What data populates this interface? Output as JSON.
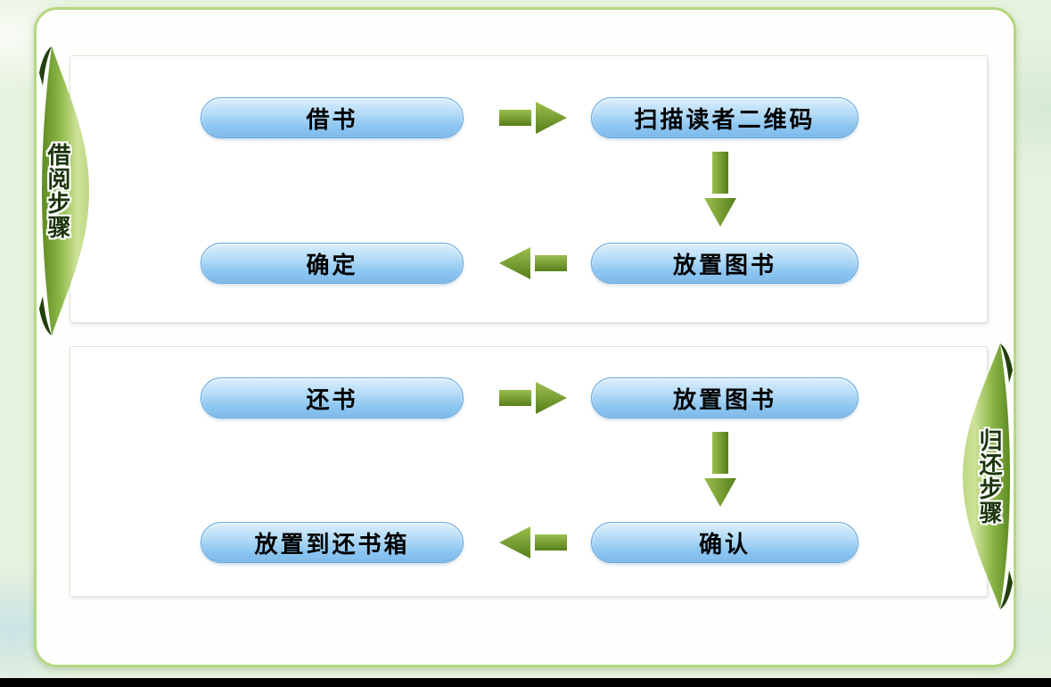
{
  "sections": [
    {
      "id": "borrow",
      "ribbon_label": "借阅步骤",
      "steps": [
        "借书",
        "扫描读者二维码",
        "放置图书",
        "确定"
      ]
    },
    {
      "id": "return",
      "ribbon_label": "归还步骤",
      "steps": [
        "还书",
        "放置图书",
        "确认",
        "放置到还书箱"
      ]
    }
  ],
  "icons": {
    "arrow_right": "block-arrow-right",
    "arrow_down": "block-arrow-down",
    "arrow_left": "block-arrow-left"
  },
  "colors": {
    "page_background": "#e7f2de",
    "card_border": "#b4d881",
    "node_fill_top": "#dceffc",
    "node_fill_bottom": "#7db9ea",
    "node_border": "#66a9de",
    "arrow_green_light": "#9cbf4e",
    "arrow_green_dark": "#567f1b",
    "ribbon_green_dark": "#5d8a22",
    "ribbon_green_light": "#cfe29a",
    "ribbon_text": "#1c350c",
    "bottom_bar": "#000000"
  }
}
